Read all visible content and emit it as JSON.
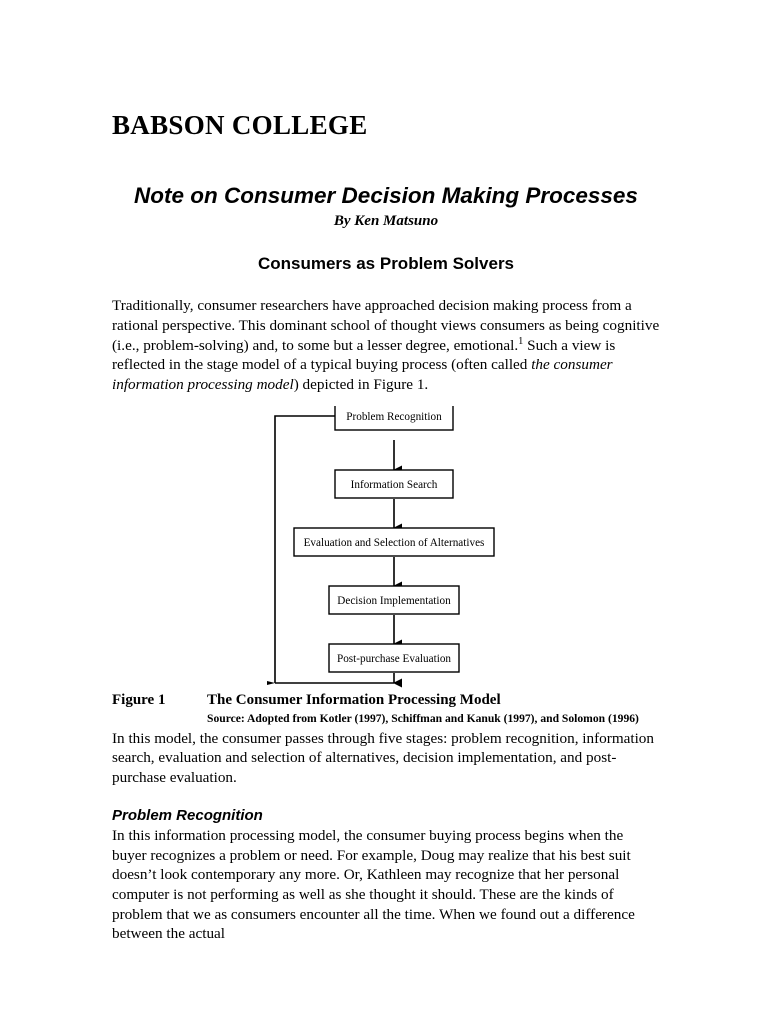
{
  "document": {
    "organization": "BABSON COLLEGE",
    "title": "Note on Consumer Decision Making Processes",
    "author": "By Ken Matsuno",
    "section_heading": "Consumers as Problem Solvers"
  },
  "paragraphs": {
    "intro_part1": "Traditionally, consumer researchers have approached decision making process from a rational perspective.  This dominant school of thought views consumers as being cognitive (i.e., problem-solving) and, to some but a lesser degree, emotional.",
    "footnote_marker": "1",
    "intro_part2": "  Such a view is reflected in the stage model of a typical buying process (often called ",
    "intro_italic": "the consumer information processing model",
    "intro_part3": ") depicted in Figure 1.",
    "after_figure": "In this model, the consumer passes through five stages: problem recognition, information search, evaluation and selection of alternatives, decision implementation, and post-purchase evaluation.",
    "problem_recognition_heading": "Problem Recognition",
    "problem_recognition_body": "In this information processing model, the consumer buying process begins when the buyer recognizes a problem or need.  For example, Doug may realize that his best suit doesn’t look contemporary any more.  Or, Kathleen may recognize that her personal computer is not performing as well as she thought it should.  These are the kinds of problem that we as consumers encounter all the time.  When we found out a difference between the actual"
  },
  "figure": {
    "caption_label": "Figure 1",
    "caption_title": "The Consumer Information Processing Model",
    "source": "Source: Adopted from Kotler (1997), Schiffman and Kanuk (1997), and Solomon (1996)",
    "boxes": [
      {
        "id": "problem-recognition",
        "label": "Problem Recognition"
      },
      {
        "id": "information-search",
        "label": "Information Search"
      },
      {
        "id": "evaluation-selection",
        "label": "Evaluation and Selection of Alternatives"
      },
      {
        "id": "decision-implementation",
        "label": "Decision Implementation"
      },
      {
        "id": "post-purchase-evaluation",
        "label": "Post-purchase Evaluation"
      }
    ],
    "flow_direction": "top-to-bottom with feedback loop from Post-purchase Evaluation back to Problem Recognition",
    "line_color": "#000000",
    "box_fill": "#ffffff"
  }
}
